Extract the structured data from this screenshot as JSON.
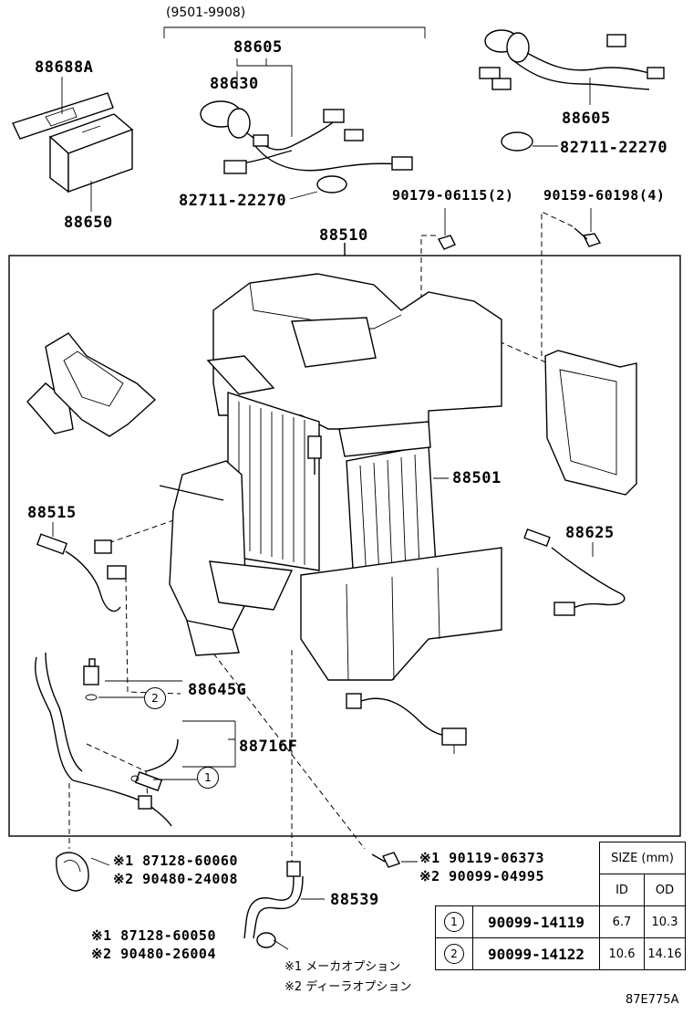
{
  "labels": {
    "date_range": "(9501-9908)",
    "p88605_a": "88605",
    "p88605_b": "88605",
    "p88630": "88630",
    "p88688a": "88688A",
    "p88650": "88650",
    "p82711_a": "82711-22270",
    "p82711_b": "82711-22270",
    "p90179": "90179-06115(2)",
    "p90159": "90159-60198(4)",
    "p88510": "88510",
    "p88501": "88501",
    "p88515": "88515",
    "p88625": "88625",
    "p88645g": "88645G",
    "p88716f": "88716F",
    "p88539": "88539",
    "callout_1": "1",
    "callout_2": "2"
  },
  "option_parts": {
    "left_top_1": "※1 87128-60060",
    "left_top_2": "※2 90480-24008",
    "left_bot_1": "※1 87128-60050",
    "left_bot_2": "※2 90480-26004",
    "right_1": "※1 90119-06373",
    "right_2": "※2 90099-04995"
  },
  "notes": {
    "note1": "※1  メーカオプション",
    "note2": "※2  ディーラオプション"
  },
  "size_table": {
    "header": "SIZE (mm)",
    "col_id": "ID",
    "col_od": "OD",
    "rows": [
      {
        "num": "1",
        "part": "90099-14119",
        "id": "6.7",
        "od": "10.3"
      },
      {
        "num": "2",
        "part": "90099-14122",
        "id": "10.6",
        "od": "14.16"
      }
    ]
  },
  "figure_code": "87E775A"
}
